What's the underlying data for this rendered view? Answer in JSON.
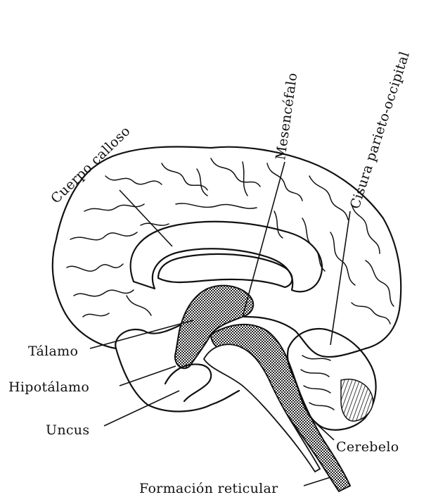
{
  "labels": {
    "cuerpo_calloso": "Cuerpo calloso",
    "mesencefalo": "Mesencéfalo",
    "cisura": "Cisura parieto-occipital",
    "talamo": "Tálamo",
    "hipotalamo": "Hipotálamo",
    "uncus": "Uncus",
    "cerebelo": "Cerebelo",
    "formacion_reticular": "Formación reticular"
  },
  "colors": {
    "ink": "#111111",
    "background": "#ffffff",
    "shading": "#2a2a2a"
  }
}
